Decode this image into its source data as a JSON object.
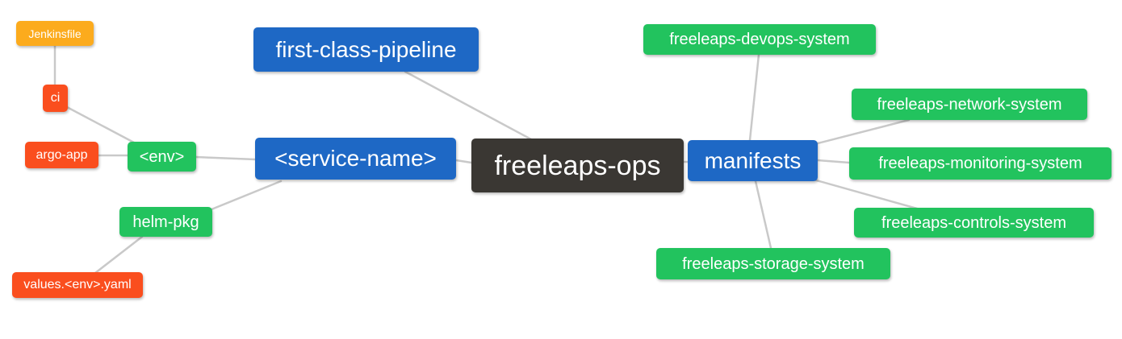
{
  "app": {
    "kind": "mindmap-diagram",
    "root": "freeleaps_ops"
  },
  "colors": {
    "background": "#ffffff",
    "root_node": "#3a3733",
    "level1_node": "#1e68c5",
    "level2_node": "#22c35e",
    "level3_node": "#fa4e1e",
    "level4_node": "#fcab1d",
    "connector_line": "#c9c9c9",
    "node_text": "#ffffff"
  },
  "nodes": {
    "freeleaps_ops": {
      "label": "freeleaps-ops",
      "level": 0
    },
    "first_class_pipeline": {
      "label": "first-class-pipeline",
      "level": 1
    },
    "service_name": {
      "label": "<service-name>",
      "level": 1
    },
    "manifests": {
      "label": "manifests",
      "level": 1
    },
    "env": {
      "label": "<env>",
      "level": 2
    },
    "helm_pkg": {
      "label": "helm-pkg",
      "level": 2
    },
    "ci": {
      "label": "ci",
      "level": 3
    },
    "argo_app": {
      "label": "argo-app",
      "level": 3
    },
    "values_env_yaml": {
      "label": "values.<env>.yaml",
      "level": 3
    },
    "jenkinsfile": {
      "label": "Jenkinsfile",
      "level": 4
    },
    "devops_system": {
      "label": "freeleaps-devops-system",
      "level": 2
    },
    "network_system": {
      "label": "freeleaps-network-system",
      "level": 2
    },
    "monitoring_system": {
      "label": "freeleaps-monitoring-system",
      "level": 2
    },
    "controls_system": {
      "label": "freeleaps-controls-system",
      "level": 2
    },
    "storage_system": {
      "label": "freeleaps-storage-system",
      "level": 2
    }
  },
  "edges": [
    {
      "from": "jenkinsfile",
      "to": "ci"
    },
    {
      "from": "ci",
      "to": "env"
    },
    {
      "from": "argo_app",
      "to": "env"
    },
    {
      "from": "env",
      "to": "service_name"
    },
    {
      "from": "helm_pkg",
      "to": "service_name"
    },
    {
      "from": "values_env_yaml",
      "to": "helm_pkg"
    },
    {
      "from": "service_name",
      "to": "freeleaps_ops"
    },
    {
      "from": "first_class_pipeline",
      "to": "freeleaps_ops"
    },
    {
      "from": "manifests",
      "to": "freeleaps_ops"
    },
    {
      "from": "devops_system",
      "to": "manifests"
    },
    {
      "from": "network_system",
      "to": "manifests"
    },
    {
      "from": "monitoring_system",
      "to": "manifests"
    },
    {
      "from": "controls_system",
      "to": "manifests"
    },
    {
      "from": "storage_system",
      "to": "manifests"
    }
  ]
}
